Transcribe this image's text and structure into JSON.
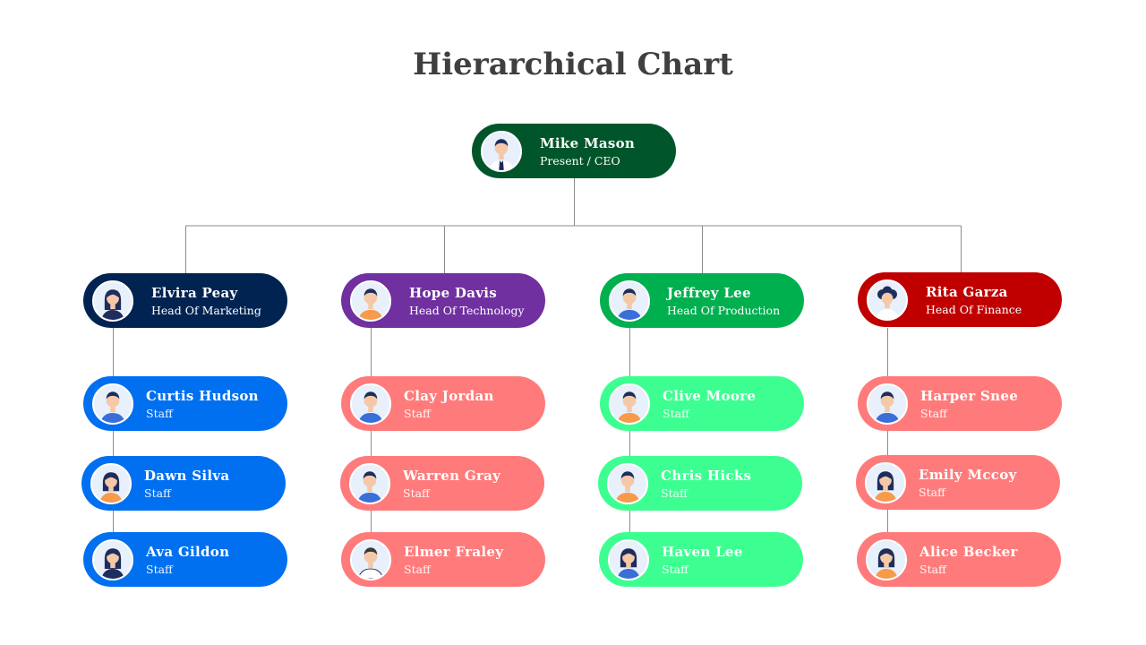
{
  "title": "Hierarchical Chart",
  "colors": {
    "ceo": "#00562a",
    "marketing": "#012352",
    "technology": "#7030a0",
    "production": "#00b04f",
    "finance": "#c00000",
    "staff_blue": "#0070f0",
    "staff_salmon": "#ff7b7b",
    "staff_green": "#3dff91",
    "connector": "#8c8c8c"
  },
  "ceo": {
    "name": "Mike Mason",
    "role": "Present / CEO"
  },
  "heads": [
    {
      "name": "Elvira Peay",
      "role": "Head Of  Marketing"
    },
    {
      "name": "Hope Davis",
      "role": "Head Of  Technology"
    },
    {
      "name": "Jeffrey Lee",
      "role": "Head Of Production"
    },
    {
      "name": "Rita Garza",
      "role": "Head Of Finance"
    }
  ],
  "staff": [
    [
      {
        "name": "Curtis Hudson",
        "role": "Staff"
      },
      {
        "name": "Dawn Silva",
        "role": "Staff"
      },
      {
        "name": "Ava Gildon",
        "role": "Staff"
      }
    ],
    [
      {
        "name": "Clay Jordan",
        "role": "Staff"
      },
      {
        "name": "Warren Gray",
        "role": "Staff"
      },
      {
        "name": "Elmer Fraley",
        "role": "Staff"
      }
    ],
    [
      {
        "name": "Clive Moore",
        "role": "Staff"
      },
      {
        "name": "Chris Hicks",
        "role": "Staff"
      },
      {
        "name": "Haven Lee",
        "role": "Staff"
      }
    ],
    [
      {
        "name": "Harper Snee",
        "role": "Staff"
      },
      {
        "name": "Emily Mccoy",
        "role": "Staff"
      },
      {
        "name": "Alice Becker",
        "role": "Staff"
      }
    ]
  ]
}
